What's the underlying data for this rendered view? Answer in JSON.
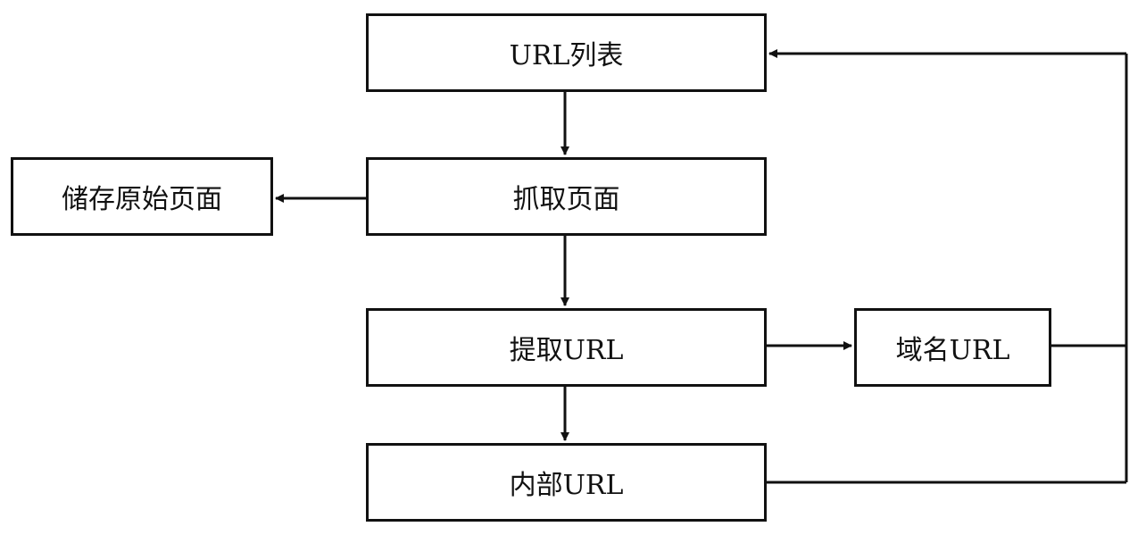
{
  "nodes": {
    "url_list": "URL列表",
    "fetch_page": "抓取页面",
    "store_raw_page": "储存原始页面",
    "extract_url": "提取URL",
    "domain_url": "域名URL",
    "internal_url": "内部URL"
  },
  "edges": [
    {
      "from": "url_list",
      "to": "fetch_page"
    },
    {
      "from": "fetch_page",
      "to": "store_raw_page"
    },
    {
      "from": "fetch_page",
      "to": "extract_url"
    },
    {
      "from": "extract_url",
      "to": "domain_url"
    },
    {
      "from": "extract_url",
      "to": "internal_url"
    },
    {
      "from": "domain_url",
      "to": "url_list"
    },
    {
      "from": "internal_url",
      "to": "url_list"
    }
  ]
}
